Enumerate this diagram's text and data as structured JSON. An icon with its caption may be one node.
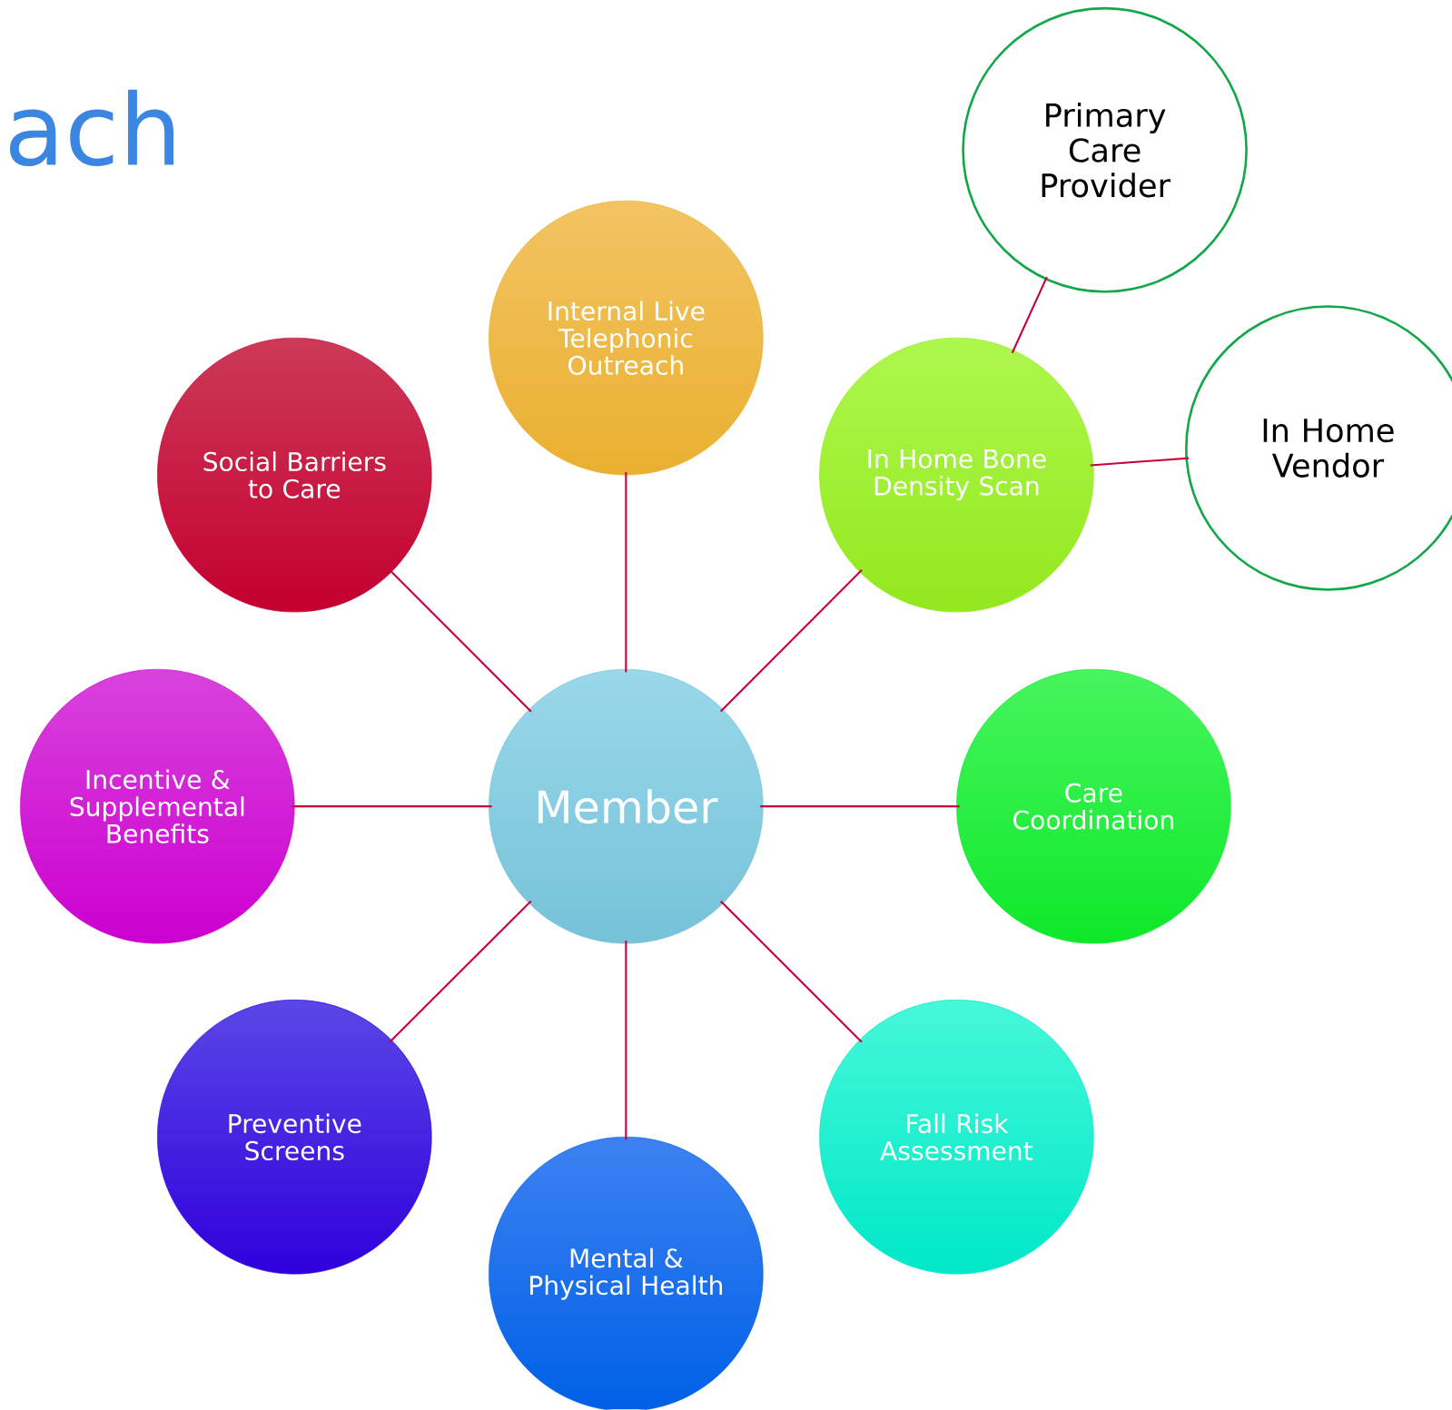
{
  "diagram": {
    "title": "ach",
    "nodes": [
      {
        "text": [
          "Member"
        ]
      },
      {
        "text": [
          "Internal Live Telephonic Outreach"
        ]
      },
      {
        "text": [
          "In Home Bone Density Scan"
        ]
      },
      {
        "text": [
          "Primary Care Provider"
        ]
      },
      {
        "text": [
          "In Home Vendor"
        ]
      },
      {
        "text": [
          "Care Coordination"
        ]
      },
      {
        "text": [
          "Fall Risk Assessment"
        ]
      },
      {
        "text": [
          "Mental & Physical Health"
        ]
      },
      {
        "text": [
          "Preventive Screens"
        ]
      },
      {
        "text": [
          "Incentive & Supplemental Benefits"
        ]
      },
      {
        "text": [
          "Social Barriers to Care"
        ]
      }
    ],
    "edges": [
      {
        "from": 0,
        "to": 1,
        "arrow": "none"
      },
      {
        "from": 0,
        "to": 2,
        "arrow": "none"
      },
      {
        "from": 0,
        "to": 5,
        "arrow": "none"
      },
      {
        "from": 0,
        "to": 6,
        "arrow": "none"
      },
      {
        "from": 0,
        "to": 7,
        "arrow": "none"
      },
      {
        "from": 0,
        "to": 8,
        "arrow": "none"
      },
      {
        "from": 0,
        "to": 9,
        "arrow": "none"
      },
      {
        "from": 0,
        "to": 10,
        "arrow": "none"
      },
      {
        "from": 2,
        "to": 3,
        "arrow": "none"
      },
      {
        "from": 2,
        "to": 4,
        "arrow": "none"
      }
    ]
  }
}
